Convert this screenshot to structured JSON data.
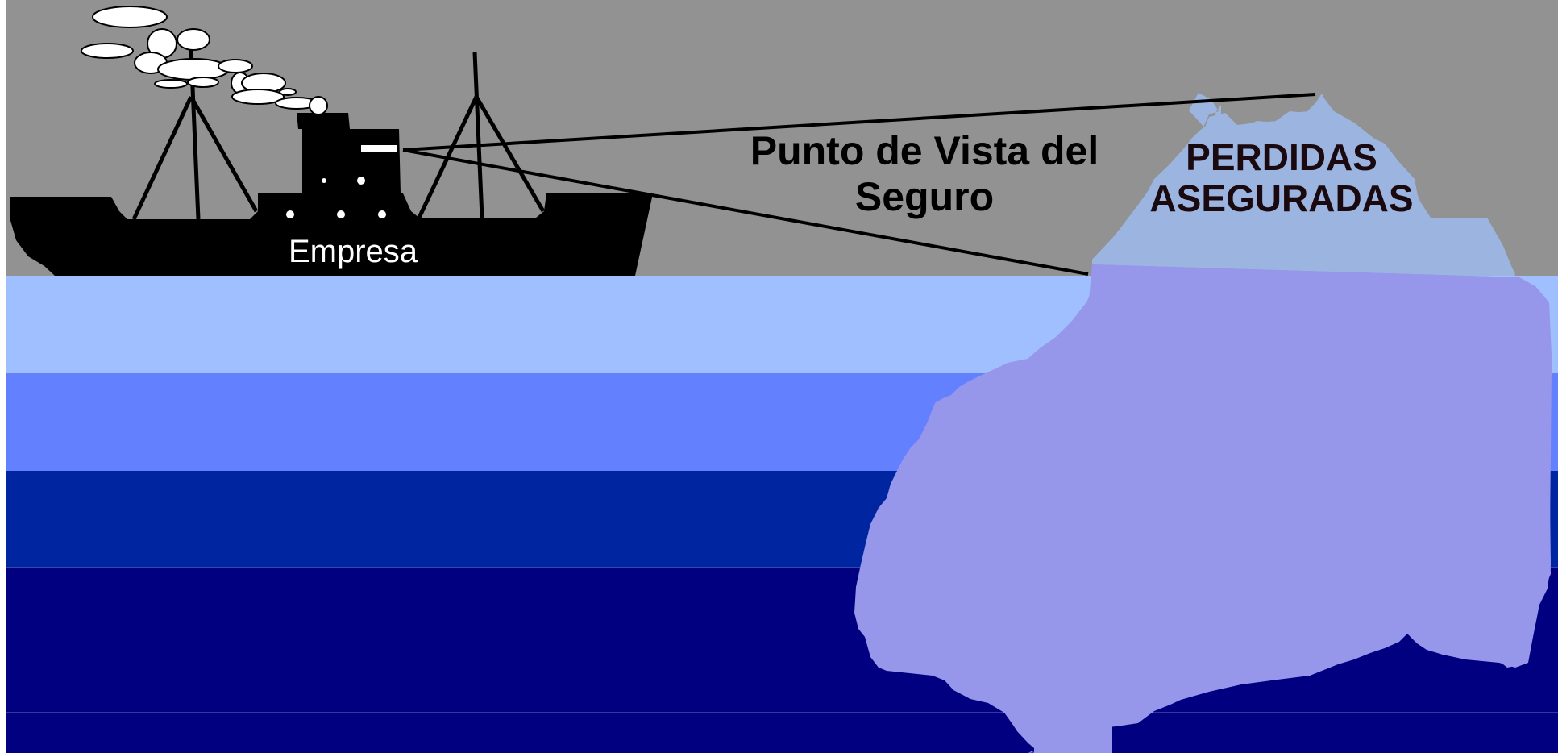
{
  "title": {
    "line1": "Punto de Vista del",
    "line2": "Seguro"
  },
  "ship": {
    "label": "Empresa"
  },
  "iceberg": {
    "label_line1": "PERDIDAS",
    "label_line2": "ASEGURADAS"
  },
  "colors": {
    "sky": "#929292",
    "water_layer_1": "#a0bfff",
    "water_layer_2": "#6381ff",
    "water_layer_3": "#0025a0",
    "water_layer_4": "#000080",
    "iceberg_tip": "#9cb5e0",
    "iceberg_body": "#9696eb",
    "ship": "#000000",
    "smoke": "#ffffff"
  }
}
